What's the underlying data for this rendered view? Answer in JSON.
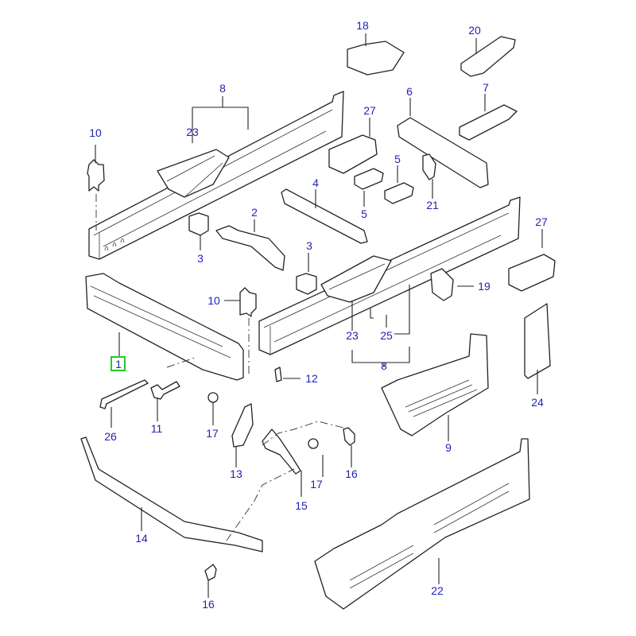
{
  "diagram": {
    "title": "Body frame and underbody exploded parts diagram",
    "highlight_color": "#22cc22",
    "label_color": "#2323b4",
    "selected_callout": "1",
    "callouts": {
      "c1": "1",
      "c2": "2",
      "c3a": "3",
      "c3b": "3",
      "c4": "4",
      "c5a": "5",
      "c5b": "5",
      "c6": "6",
      "c7": "7",
      "c8a": "8",
      "c8b": "8",
      "c9": "9",
      "c10a": "10",
      "c10b": "10",
      "c11": "11",
      "c12": "12",
      "c13": "13",
      "c14": "14",
      "c15": "15",
      "c16a": "16",
      "c16b": "16",
      "c17a": "17",
      "c17b": "17",
      "c18": "18",
      "c19": "19",
      "c20": "20",
      "c21": "21",
      "c22": "22",
      "c23a": "23",
      "c23b": "23",
      "c24": "24",
      "c25": "25",
      "c26": "26",
      "c27a": "27",
      "c27b": "27"
    }
  }
}
